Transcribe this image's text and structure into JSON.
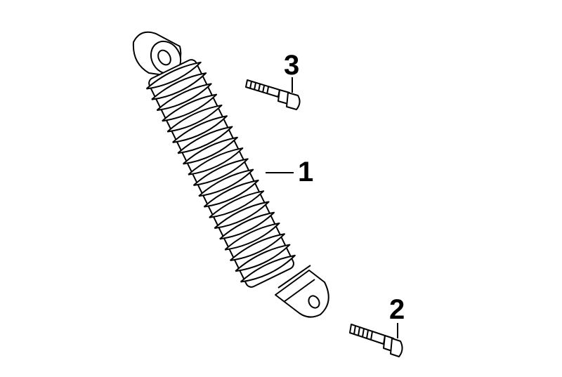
{
  "diagram": {
    "parts": [
      {
        "id": "shock-absorber",
        "number": "1"
      },
      {
        "id": "lower-bolt",
        "number": "2"
      },
      {
        "id": "upper-bolt",
        "number": "3"
      }
    ]
  }
}
